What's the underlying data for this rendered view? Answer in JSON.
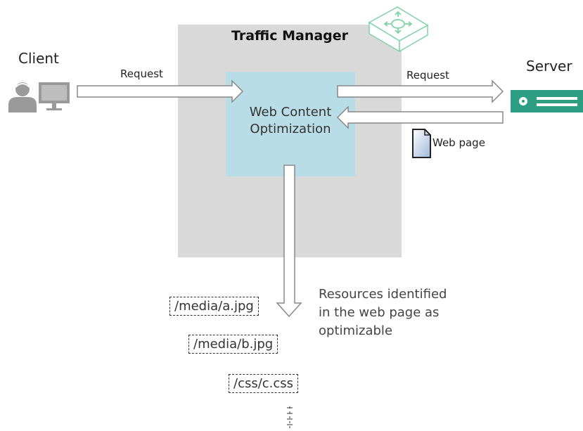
{
  "traffic_manager": {
    "title": "Traffic Manager"
  },
  "wco": {
    "line1": "Web Content",
    "line2": "Optimization"
  },
  "client": {
    "label": "Client"
  },
  "server": {
    "label": "Server"
  },
  "arrows": {
    "client_request": "Request",
    "server_request": "Request",
    "web_page": "Web page"
  },
  "resources": [
    "/media/a.jpg",
    "/media/b.jpg",
    "/css/c.css"
  ],
  "note": {
    "line1": "Resources identified",
    "line2": "in the web page as",
    "line3": "optimizable"
  },
  "colors": {
    "traffic_manager_bg": "#d9d9d9",
    "wco_bg": "#b9dde7",
    "server_green": "#2e9e82",
    "client_gray": "#9a9a9a",
    "appliance_green": "#7fd3a8"
  },
  "icons": [
    "client-person-icon",
    "client-monitor-icon",
    "server-icon",
    "traffic-manager-appliance-icon",
    "web-page-document-icon"
  ]
}
